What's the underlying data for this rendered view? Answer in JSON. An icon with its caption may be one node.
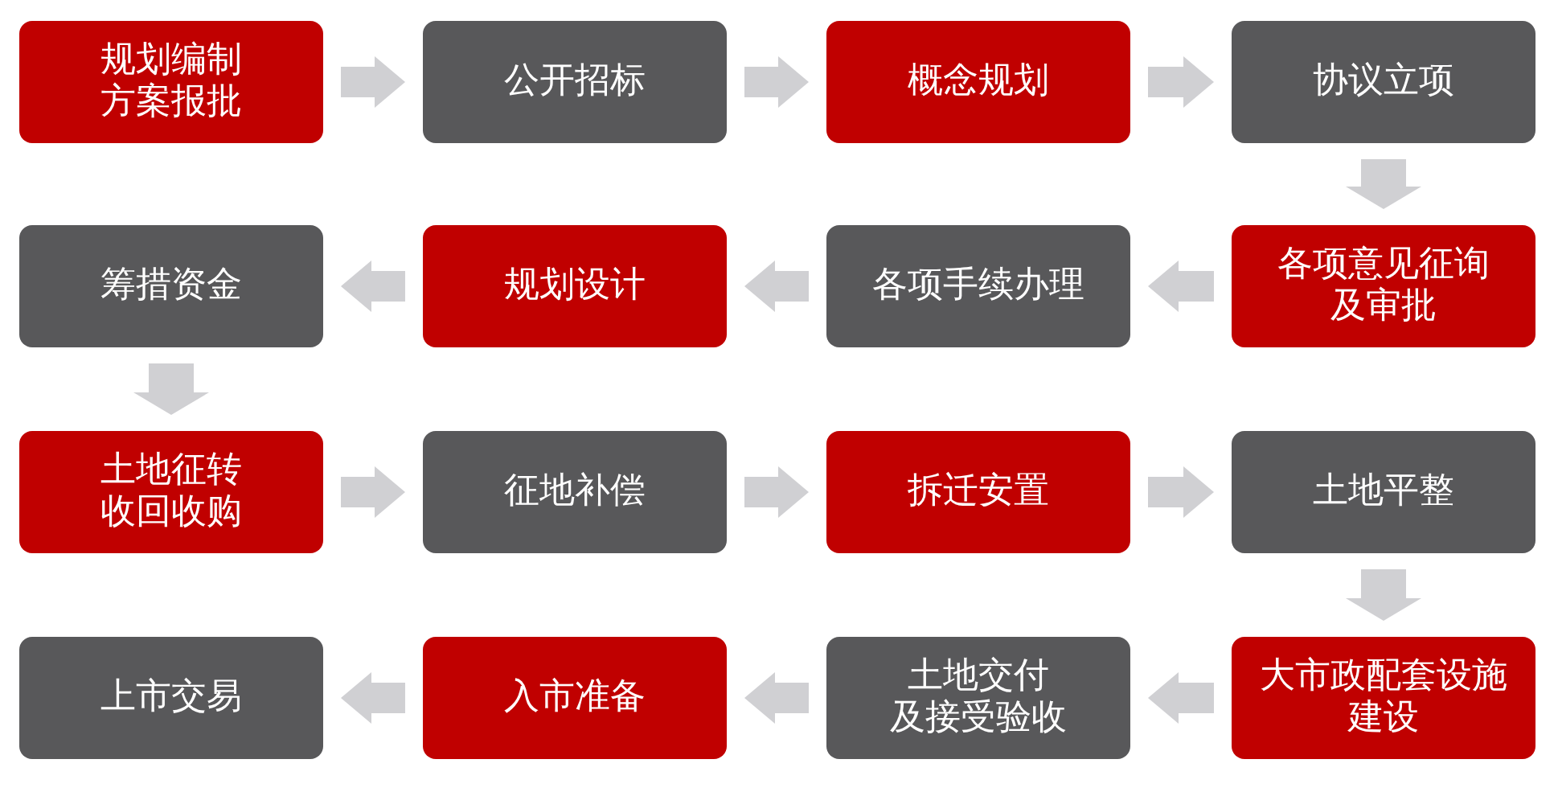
{
  "diagram": {
    "nodes": [
      {
        "text": [
          "规划编制方案报批"
        ]
      },
      {
        "text": [
          "公开招标"
        ]
      },
      {
        "text": [
          "概念规划"
        ]
      },
      {
        "text": [
          "协议立项"
        ]
      },
      {
        "text": [
          "各项意见征询及审批"
        ]
      },
      {
        "text": [
          "各项手续办理"
        ]
      },
      {
        "text": [
          "规划设计"
        ]
      },
      {
        "text": [
          "筹措资金"
        ]
      },
      {
        "text": [
          "土地征转收回收购"
        ]
      },
      {
        "text": [
          "征地补偿"
        ]
      },
      {
        "text": [
          "拆迁安置"
        ]
      },
      {
        "text": [
          "土地平整"
        ]
      },
      {
        "text": [
          "大市政配套设施建设"
        ]
      },
      {
        "text": [
          "土地交付及接受验收"
        ]
      },
      {
        "text": [
          "入市准备"
        ]
      },
      {
        "text": [
          "上市交易"
        ]
      }
    ],
    "edges": [
      {
        "from": 0,
        "to": 1,
        "arrow": "to"
      },
      {
        "from": 1,
        "to": 2,
        "arrow": "to"
      },
      {
        "from": 2,
        "to": 3,
        "arrow": "to"
      },
      {
        "from": 3,
        "to": 4,
        "arrow": "to"
      },
      {
        "from": 4,
        "to": 5,
        "arrow": "to"
      },
      {
        "from": 5,
        "to": 6,
        "arrow": "to"
      },
      {
        "from": 6,
        "to": 7,
        "arrow": "to"
      },
      {
        "from": 7,
        "to": 8,
        "arrow": "to"
      },
      {
        "from": 8,
        "to": 9,
        "arrow": "to"
      },
      {
        "from": 9,
        "to": 10,
        "arrow": "to"
      },
      {
        "from": 10,
        "to": 11,
        "arrow": "to"
      },
      {
        "from": 11,
        "to": 12,
        "arrow": "to"
      },
      {
        "from": 12,
        "to": 13,
        "arrow": "to"
      },
      {
        "from": 13,
        "to": 14,
        "arrow": "to"
      },
      {
        "from": 14,
        "to": 15,
        "arrow": "to"
      }
    ]
  }
}
